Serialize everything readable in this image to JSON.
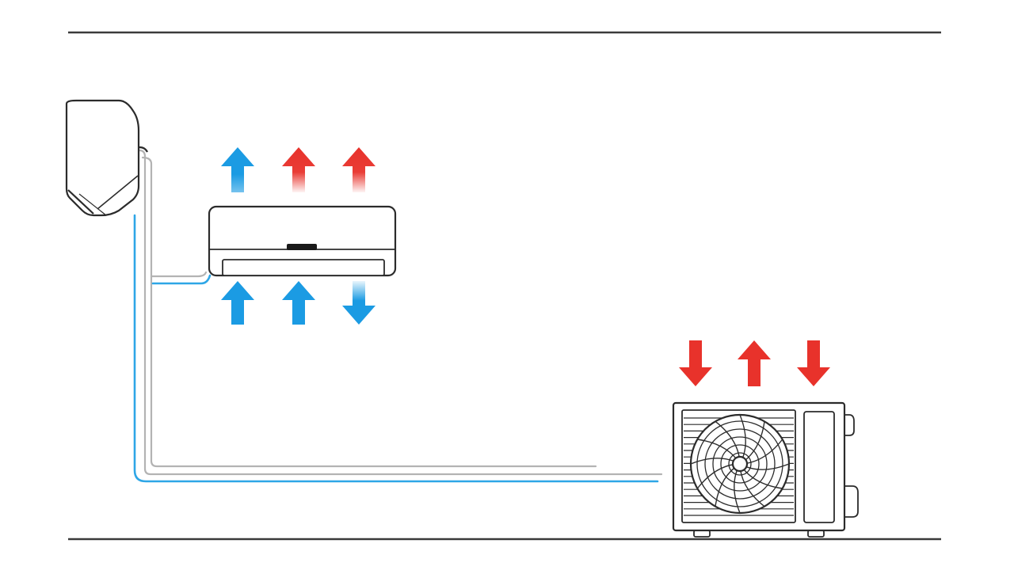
{
  "colors": {
    "background": "#ffffff",
    "outline": "#2b2b2b",
    "pipe_gray": "#b3b3b3",
    "pipe_blue": "#2ea6e6",
    "arrow_blue": "#1b9be3",
    "arrow_red": "#e8322b"
  },
  "indoor_arrows": {
    "above": [
      {
        "icon": "arrow-up-icon",
        "color": "blue"
      },
      {
        "icon": "arrow-up-icon",
        "color": "red",
        "fading": true
      },
      {
        "icon": "arrow-up-icon",
        "color": "red",
        "fading": true
      }
    ],
    "below": [
      {
        "icon": "arrow-up-icon",
        "color": "blue"
      },
      {
        "icon": "arrow-up-icon",
        "color": "blue"
      },
      {
        "icon": "arrow-down-icon",
        "color": "blue"
      }
    ]
  },
  "outdoor_arrows": [
    {
      "icon": "arrow-down-icon",
      "color": "red"
    },
    {
      "icon": "arrow-up-icon",
      "color": "red"
    },
    {
      "icon": "arrow-down-icon",
      "color": "red"
    }
  ],
  "components": {
    "indoor_side_unit": "indoor-unit-side-view-icon",
    "indoor_front_unit": "indoor-unit-front-view-icon",
    "outdoor_unit": "outdoor-condenser-unit-icon",
    "fan": "fan-icon"
  }
}
